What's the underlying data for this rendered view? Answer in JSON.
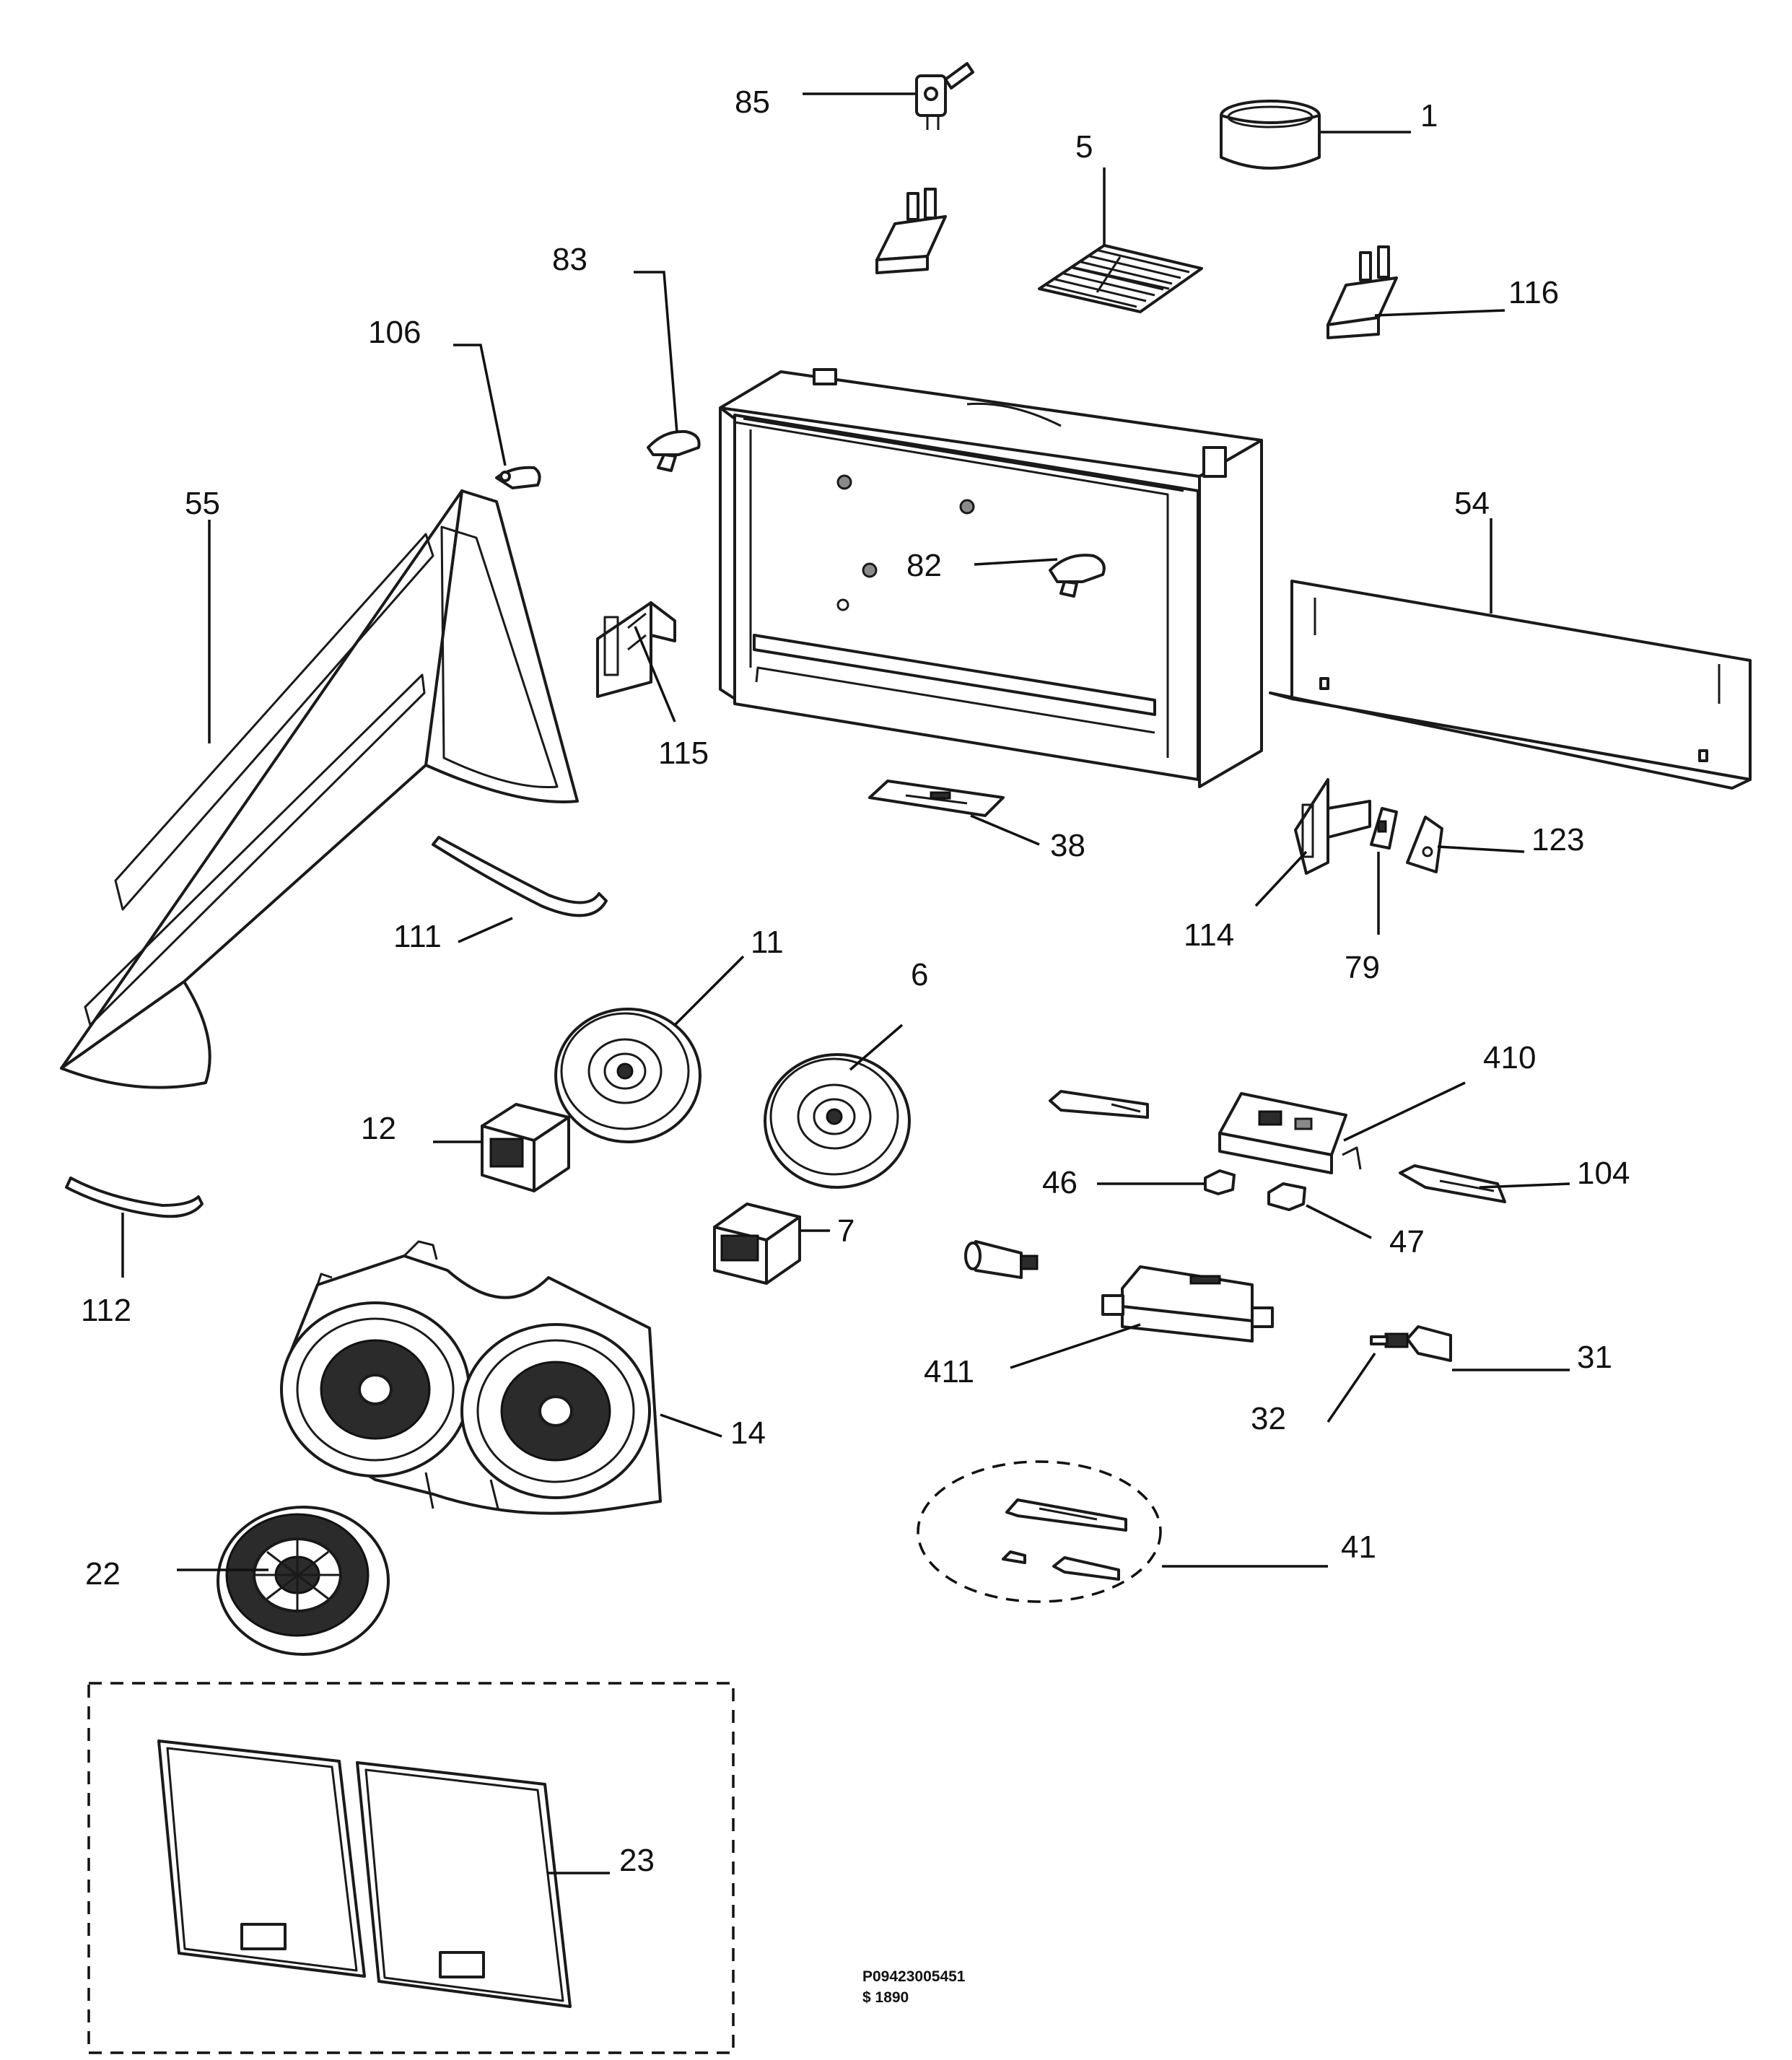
{
  "diagram": {
    "document_code": "P09423005451",
    "revision": "$ 1890",
    "callouts": {
      "c85": "85",
      "c1": "1",
      "c5": "5",
      "c83": "83",
      "c116": "116",
      "c106": "106",
      "c55": "55",
      "c54": "54",
      "c82": "82",
      "c115": "115",
      "c38": "38",
      "c123": "123",
      "c114": "114",
      "c79": "79",
      "c111": "111",
      "c11": "11",
      "c6": "6",
      "c410": "410",
      "c12": "12",
      "c46": "46",
      "c104": "104",
      "c47": "47",
      "c7": "7",
      "c112": "112",
      "c411": "411",
      "c31": "31",
      "c14": "14",
      "c32": "32",
      "c22": "22",
      "c41": "41",
      "c23": "23"
    }
  }
}
